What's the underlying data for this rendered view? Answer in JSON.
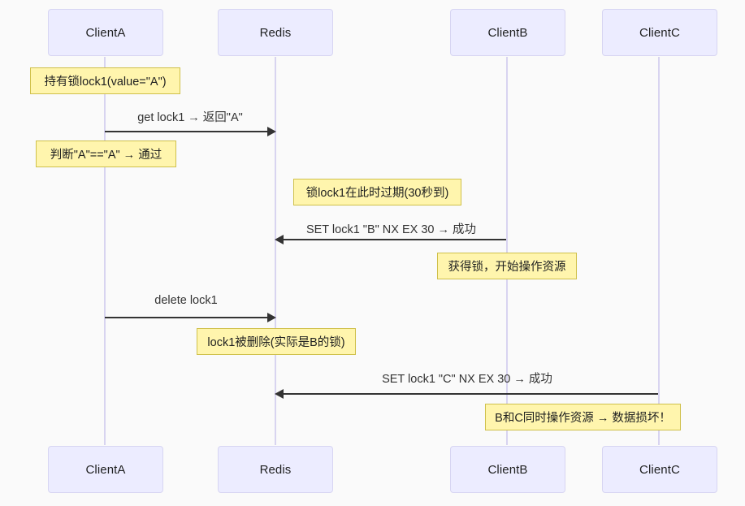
{
  "diagram": {
    "type": "sequence-diagram",
    "title": "",
    "background_color": "#fafafa",
    "participant_fill": "#ececff",
    "participant_border": "#d7d5f2",
    "note_fill": "#fff5ad",
    "note_border": "#cfc04a",
    "line_color": "#333333",
    "lifeline_color": "#d8d4f0"
  },
  "participants": [
    {
      "id": "clientA",
      "label": "ClientA"
    },
    {
      "id": "redis",
      "label": "Redis"
    },
    {
      "id": "clientB",
      "label": "ClientB"
    },
    {
      "id": "clientC",
      "label": "ClientC"
    }
  ],
  "participants_bottom": [
    {
      "id": "clientA",
      "label": "ClientA"
    },
    {
      "id": "redis",
      "label": "Redis"
    },
    {
      "id": "clientB",
      "label": "ClientB"
    },
    {
      "id": "clientC",
      "label": "ClientC"
    }
  ],
  "messages": [
    {
      "id": "m1",
      "from": "clientA",
      "to": "redis",
      "direction": "right",
      "label": "get lock1 → 返回\"A\""
    },
    {
      "id": "m2",
      "from": "clientB",
      "to": "redis",
      "direction": "left",
      "label": "SET lock1 \"B\" NX EX 30 → 成功"
    },
    {
      "id": "m3",
      "from": "clientA",
      "to": "redis",
      "direction": "right",
      "label": "delete lock1"
    },
    {
      "id": "m4",
      "from": "clientC",
      "to": "redis",
      "direction": "left",
      "label": "SET lock1 \"C\" NX EX 30 → 成功"
    }
  ],
  "notes": [
    {
      "id": "n1",
      "over": "clientA",
      "label": "持有锁lock1(value=\"A\")"
    },
    {
      "id": "n2",
      "over": "clientA",
      "label": "判断\"A\"==\"A\" → 通过"
    },
    {
      "id": "n3",
      "over": "redis",
      "label": "锁lock1在此时过期(30秒到)"
    },
    {
      "id": "n4",
      "over": "clientB",
      "label": "获得锁，开始操作资源"
    },
    {
      "id": "n5",
      "over": "redis",
      "label": "lock1被删除(实际是B的锁)"
    },
    {
      "id": "n6",
      "over": "clientC",
      "label": "B和C同时操作资源 → 数据损坏！"
    }
  ]
}
